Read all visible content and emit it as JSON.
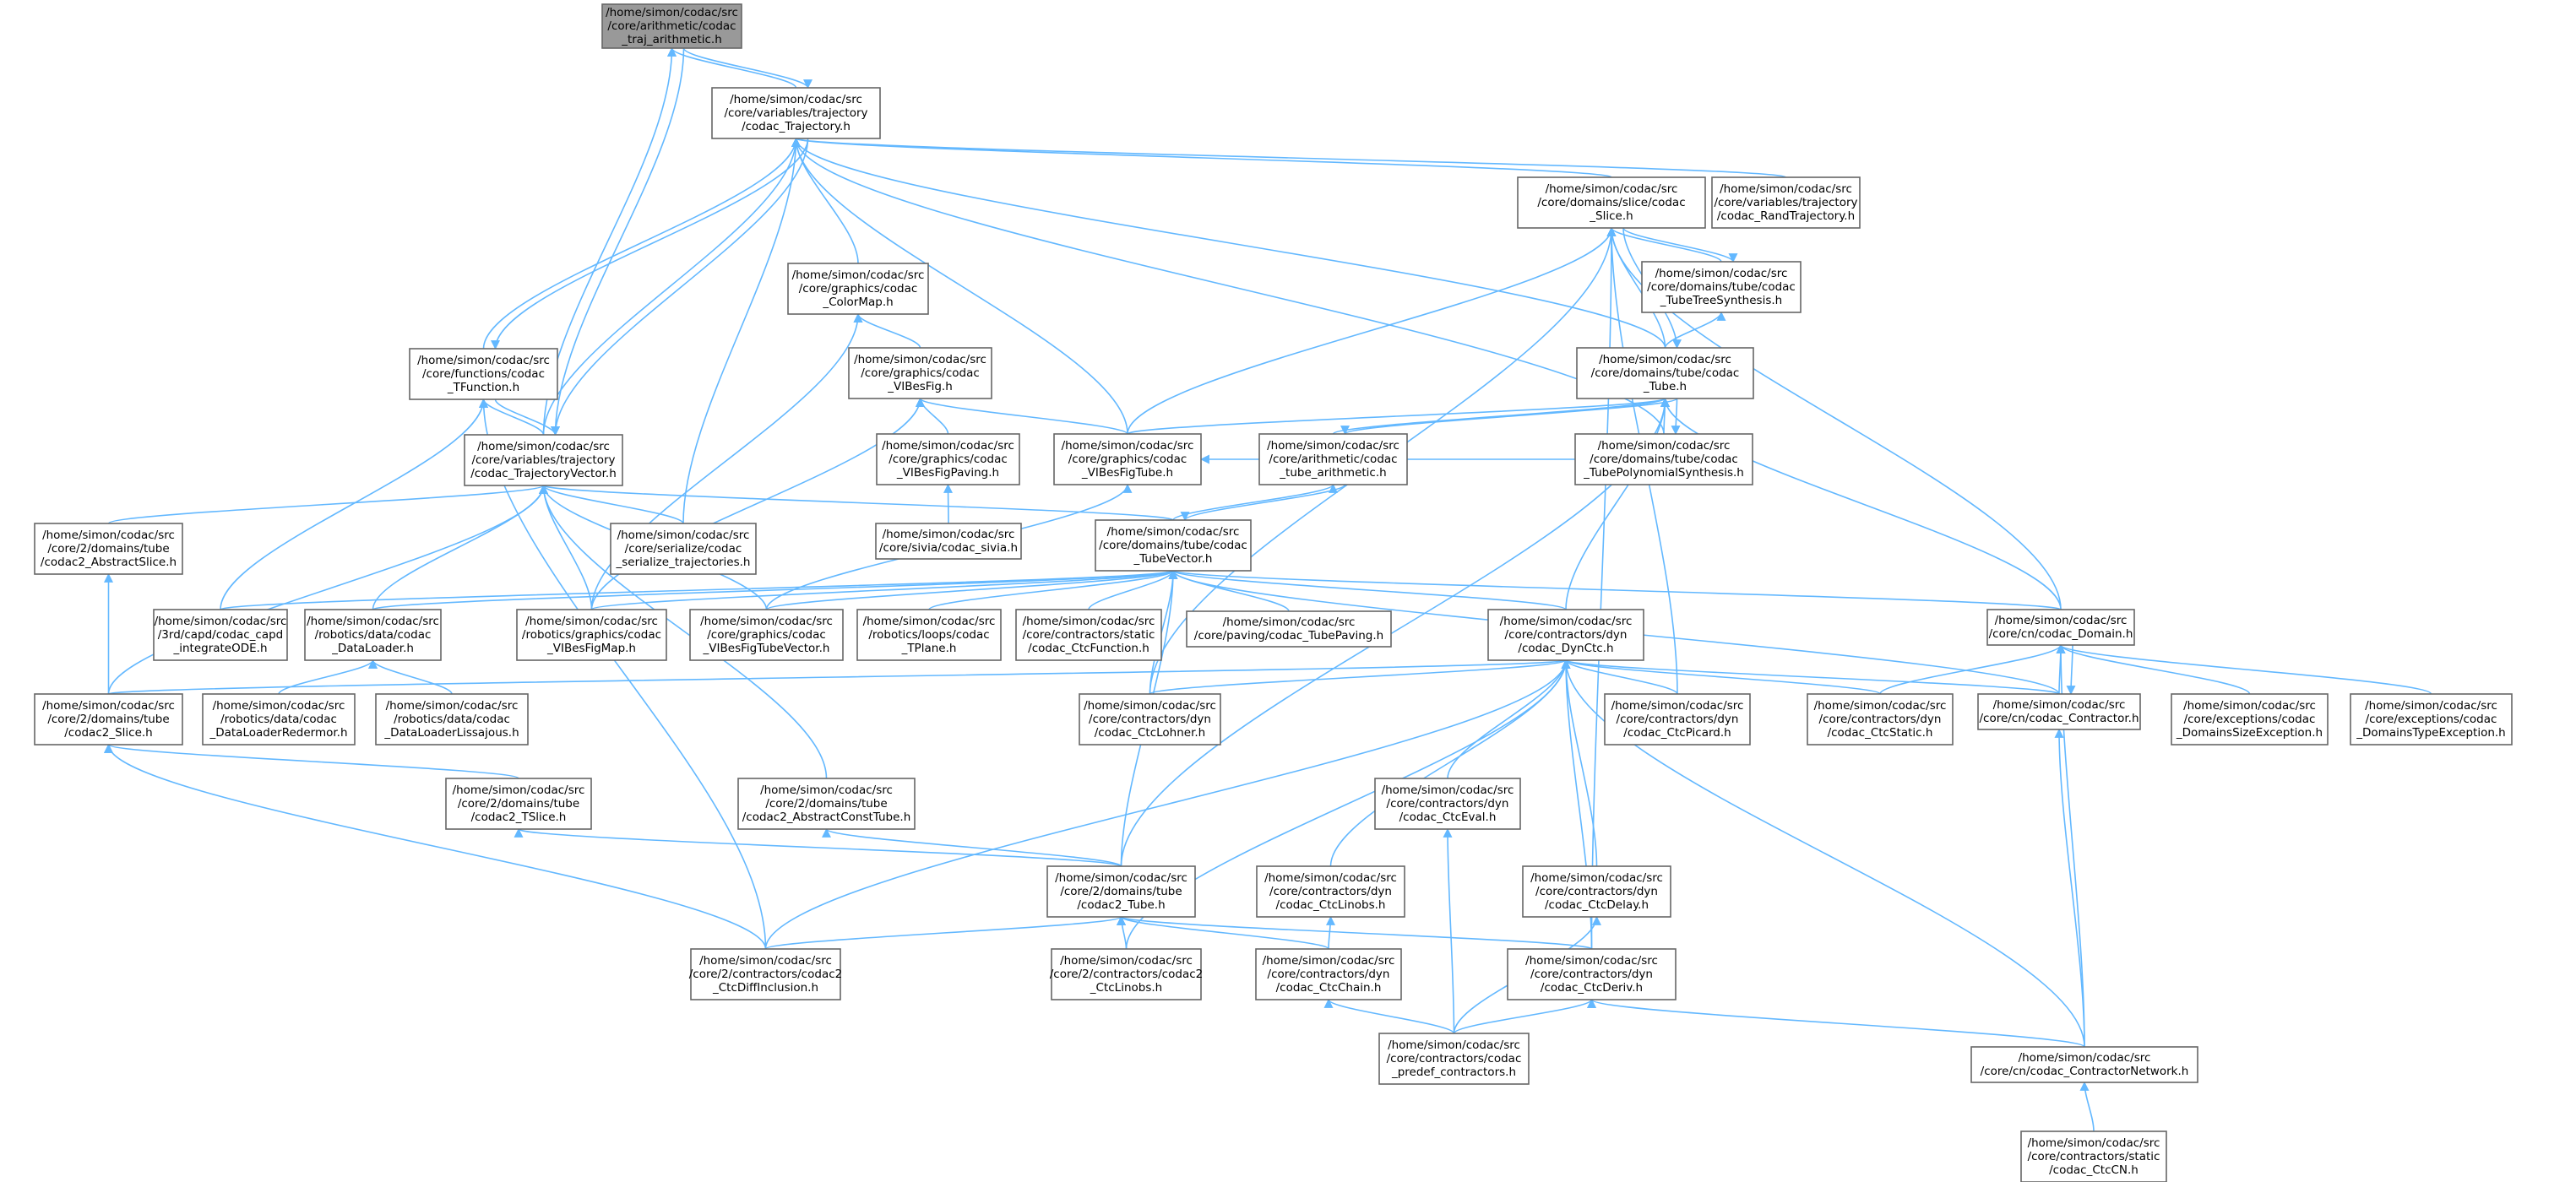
{
  "graph": {
    "edge_color": "#63b8ff",
    "node_border_color": "#666666",
    "root_fill_color": "#999999",
    "node_fill_color": "#ffffff",
    "nodes": [
      {
        "id": "n0",
        "lines": [
          "/home/simon/codac/src",
          "/core/arithmetic/codac",
          "_traj_arithmetic.h"
        ],
        "root": true
      },
      {
        "id": "n1",
        "lines": [
          "/home/simon/codac/src",
          "/core/variables/trajectory",
          "/codac_Trajectory.h"
        ]
      },
      {
        "id": "n2",
        "lines": [
          "/home/simon/codac/src",
          "/core/functions/codac",
          "_TFunction.h"
        ]
      },
      {
        "id": "n3",
        "lines": [
          "/home/simon/codac/src",
          "/core/variables/trajectory",
          "/codac_TrajectoryVector.h"
        ]
      },
      {
        "id": "n4",
        "lines": [
          "/home/simon/codac/src",
          "/core/graphics/codac",
          "_ColorMap.h"
        ]
      },
      {
        "id": "n5",
        "lines": [
          "/home/simon/codac/src",
          "/core/graphics/codac",
          "_VIBesFig.h"
        ]
      },
      {
        "id": "n6",
        "lines": [
          "/home/simon/codac/src",
          "/core/graphics/codac",
          "_VIBesFigPaving.h"
        ]
      },
      {
        "id": "n7",
        "lines": [
          "/home/simon/codac/src",
          "/core/sivia/codac_sivia.h"
        ]
      },
      {
        "id": "n8",
        "lines": [
          "/home/simon/codac/src",
          "/core/graphics/codac",
          "_VIBesFigTube.h"
        ]
      },
      {
        "id": "n9",
        "lines": [
          "/home/simon/codac/src",
          "/core/domains/slice/codac",
          "_Slice.h"
        ]
      },
      {
        "id": "n10",
        "lines": [
          "/home/simon/codac/src",
          "/core/variables/trajectory",
          "/codac_RandTrajectory.h"
        ]
      },
      {
        "id": "n11",
        "lines": [
          "/home/simon/codac/src",
          "/core/domains/tube/codac",
          "_TubeTreeSynthesis.h"
        ]
      },
      {
        "id": "n12",
        "lines": [
          "/home/simon/codac/src",
          "/core/domains/tube/codac",
          "_Tube.h"
        ]
      },
      {
        "id": "n13",
        "lines": [
          "/home/simon/codac/src",
          "/core/arithmetic/codac",
          "_tube_arithmetic.h"
        ]
      },
      {
        "id": "n14",
        "lines": [
          "/home/simon/codac/src",
          "/core/domains/tube/codac",
          "_TubePolynomialSynthesis.h"
        ]
      },
      {
        "id": "n15",
        "lines": [
          "/home/simon/codac/src",
          "/core/domains/tube/codac",
          "_TubeVector.h"
        ]
      },
      {
        "id": "n16",
        "lines": [
          "/home/simon/codac/src",
          "/core/2/domains/tube",
          "/codac2_AbstractSlice.h"
        ]
      },
      {
        "id": "n17",
        "lines": [
          "/home/simon/codac/src",
          "/core/serialize/codac",
          "_serialize_trajectories.h"
        ]
      },
      {
        "id": "n18",
        "lines": [
          "/home/simon/codac/src",
          "/3rd/capd/codac_capd",
          "_integrateODE.h"
        ]
      },
      {
        "id": "n19",
        "lines": [
          "/home/simon/codac/src",
          "/robotics/data/codac",
          "_DataLoader.h"
        ]
      },
      {
        "id": "n20",
        "lines": [
          "/home/simon/codac/src",
          "/robotics/graphics/codac",
          "_VIBesFigMap.h"
        ]
      },
      {
        "id": "n21",
        "lines": [
          "/home/simon/codac/src",
          "/core/graphics/codac",
          "_VIBesFigTubeVector.h"
        ]
      },
      {
        "id": "n22",
        "lines": [
          "/home/simon/codac/src",
          "/robotics/loops/codac",
          "_TPlane.h"
        ]
      },
      {
        "id": "n23",
        "lines": [
          "/home/simon/codac/src",
          "/core/contractors/static",
          "/codac_CtcFunction.h"
        ]
      },
      {
        "id": "n24",
        "lines": [
          "/home/simon/codac/src",
          "/core/paving/codac_TubePaving.h"
        ]
      },
      {
        "id": "n25",
        "lines": [
          "/home/simon/codac/src",
          "/core/contractors/dyn",
          "/codac_DynCtc.h"
        ]
      },
      {
        "id": "n26",
        "lines": [
          "/home/simon/codac/src",
          "/core/cn/codac_Domain.h"
        ]
      },
      {
        "id": "n27",
        "lines": [
          "/home/simon/codac/src",
          "/core/2/domains/tube",
          "/codac2_Slice.h"
        ]
      },
      {
        "id": "n28",
        "lines": [
          "/home/simon/codac/src",
          "/robotics/data/codac",
          "_DataLoaderRedermor.h"
        ]
      },
      {
        "id": "n29",
        "lines": [
          "/home/simon/codac/src",
          "/robotics/data/codac",
          "_DataLoaderLissajous.h"
        ]
      },
      {
        "id": "n30",
        "lines": [
          "/home/simon/codac/src",
          "/core/contractors/dyn",
          "/codac_CtcLohner.h"
        ]
      },
      {
        "id": "n31",
        "lines": [
          "/home/simon/codac/src",
          "/core/contractors/dyn",
          "/codac_CtcPicard.h"
        ]
      },
      {
        "id": "n32",
        "lines": [
          "/home/simon/codac/src",
          "/core/contractors/dyn",
          "/codac_CtcStatic.h"
        ]
      },
      {
        "id": "n33",
        "lines": [
          "/home/simon/codac/src",
          "/core/cn/codac_Contractor.h"
        ]
      },
      {
        "id": "n34",
        "lines": [
          "/home/simon/codac/src",
          "/core/exceptions/codac",
          "_DomainsSizeException.h"
        ]
      },
      {
        "id": "n35",
        "lines": [
          "/home/simon/codac/src",
          "/core/exceptions/codac",
          "_DomainsTypeException.h"
        ]
      },
      {
        "id": "n36",
        "lines": [
          "/home/simon/codac/src",
          "/core/2/domains/tube",
          "/codac2_TSlice.h"
        ]
      },
      {
        "id": "n37",
        "lines": [
          "/home/simon/codac/src",
          "/core/2/domains/tube",
          "/codac2_AbstractConstTube.h"
        ]
      },
      {
        "id": "n38",
        "lines": [
          "/home/simon/codac/src",
          "/core/contractors/dyn",
          "/codac_CtcEval.h"
        ]
      },
      {
        "id": "n39",
        "lines": [
          "/home/simon/codac/src",
          "/core/2/domains/tube",
          "/codac2_Tube.h"
        ]
      },
      {
        "id": "n40",
        "lines": [
          "/home/simon/codac/src",
          "/core/contractors/dyn",
          "/codac_CtcLinobs.h"
        ]
      },
      {
        "id": "n41",
        "lines": [
          "/home/simon/codac/src",
          "/core/contractors/dyn",
          "/codac_CtcDelay.h"
        ]
      },
      {
        "id": "n42",
        "lines": [
          "/home/simon/codac/src",
          "/core/2/contractors/codac2",
          "_CtcDiffInclusion.h"
        ]
      },
      {
        "id": "n43",
        "lines": [
          "/home/simon/codac/src",
          "/core/2/contractors/codac2",
          "_CtcLinobs.h"
        ]
      },
      {
        "id": "n44",
        "lines": [
          "/home/simon/codac/src",
          "/core/contractors/dyn",
          "/codac_CtcChain.h"
        ]
      },
      {
        "id": "n45",
        "lines": [
          "/home/simon/codac/src",
          "/core/contractors/dyn",
          "/codac_CtcDeriv.h"
        ]
      },
      {
        "id": "n46",
        "lines": [
          "/home/simon/codac/src",
          "/core/contractors/codac",
          "_predef_contractors.h"
        ]
      },
      {
        "id": "n47",
        "lines": [
          "/home/simon/codac/src",
          "/core/cn/codac_ContractorNetwork.h"
        ]
      },
      {
        "id": "n48",
        "lines": [
          "/home/simon/codac/src",
          "/core/contractors/static",
          "/codac_CtcCN.h"
        ]
      }
    ],
    "edges": [
      [
        "n1",
        "n0"
      ],
      [
        "n3",
        "n0"
      ],
      [
        "n0",
        "n1"
      ],
      [
        "n0",
        "n3"
      ],
      [
        "n2",
        "n1"
      ],
      [
        "n3",
        "n1"
      ],
      [
        "n4",
        "n1"
      ],
      [
        "n8",
        "n1"
      ],
      [
        "n9",
        "n1"
      ],
      [
        "n10",
        "n1"
      ],
      [
        "n12",
        "n1"
      ],
      [
        "n14",
        "n1"
      ],
      [
        "n17",
        "n1"
      ],
      [
        "n1",
        "n2"
      ],
      [
        "n1",
        "n3"
      ],
      [
        "n3",
        "n2"
      ],
      [
        "n2",
        "n3"
      ],
      [
        "n18",
        "n2"
      ],
      [
        "n42",
        "n2"
      ],
      [
        "n15",
        "n3"
      ],
      [
        "n16",
        "n3"
      ],
      [
        "n17",
        "n3"
      ],
      [
        "n19",
        "n3"
      ],
      [
        "n20",
        "n3"
      ],
      [
        "n21",
        "n3"
      ],
      [
        "n27",
        "n3"
      ],
      [
        "n37",
        "n3"
      ],
      [
        "n5",
        "n4"
      ],
      [
        "n20",
        "n4"
      ],
      [
        "n6",
        "n5"
      ],
      [
        "n8",
        "n5"
      ],
      [
        "n20",
        "n5"
      ],
      [
        "n7",
        "n6"
      ],
      [
        "n14",
        "n8"
      ],
      [
        "n21",
        "n8"
      ],
      [
        "n8",
        "n9"
      ],
      [
        "n11",
        "n9"
      ],
      [
        "n12",
        "n9"
      ],
      [
        "n26",
        "n9"
      ],
      [
        "n30",
        "n9"
      ],
      [
        "n31",
        "n9"
      ],
      [
        "n45",
        "n9"
      ],
      [
        "n9",
        "n11"
      ],
      [
        "n9",
        "n12"
      ],
      [
        "n12",
        "n11"
      ],
      [
        "n8",
        "n12"
      ],
      [
        "n13",
        "n12"
      ],
      [
        "n14",
        "n12"
      ],
      [
        "n25",
        "n12"
      ],
      [
        "n26",
        "n12"
      ],
      [
        "n39",
        "n12"
      ],
      [
        "n12",
        "n13"
      ],
      [
        "n12",
        "n14"
      ],
      [
        "n15",
        "n13"
      ],
      [
        "n13",
        "n15"
      ],
      [
        "n18",
        "n15"
      ],
      [
        "n19",
        "n15"
      ],
      [
        "n20",
        "n15"
      ],
      [
        "n21",
        "n15"
      ],
      [
        "n22",
        "n15"
      ],
      [
        "n23",
        "n15"
      ],
      [
        "n24",
        "n15"
      ],
      [
        "n25",
        "n15"
      ],
      [
        "n26",
        "n15"
      ],
      [
        "n30",
        "n15"
      ],
      [
        "n33",
        "n15"
      ],
      [
        "n39",
        "n15"
      ],
      [
        "n28",
        "n19"
      ],
      [
        "n29",
        "n19"
      ],
      [
        "n27",
        "n16"
      ],
      [
        "n36",
        "n27"
      ],
      [
        "n42",
        "n27"
      ],
      [
        "n27",
        "n25"
      ],
      [
        "n30",
        "n25"
      ],
      [
        "n31",
        "n25"
      ],
      [
        "n32",
        "n25"
      ],
      [
        "n33",
        "n25"
      ],
      [
        "n38",
        "n25"
      ],
      [
        "n40",
        "n25"
      ],
      [
        "n41",
        "n25"
      ],
      [
        "n42",
        "n25"
      ],
      [
        "n43",
        "n25"
      ],
      [
        "n45",
        "n25"
      ],
      [
        "n47",
        "n25"
      ],
      [
        "n32",
        "n26"
      ],
      [
        "n33",
        "n26"
      ],
      [
        "n34",
        "n26"
      ],
      [
        "n35",
        "n26"
      ],
      [
        "n47",
        "n26"
      ],
      [
        "n26",
        "n33"
      ],
      [
        "n47",
        "n33"
      ],
      [
        "n39",
        "n36"
      ],
      [
        "n39",
        "n37"
      ],
      [
        "n46",
        "n38"
      ],
      [
        "n42",
        "n39"
      ],
      [
        "n43",
        "n39"
      ],
      [
        "n44",
        "n39"
      ],
      [
        "n45",
        "n39"
      ],
      [
        "n44",
        "n40"
      ],
      [
        "n46",
        "n41"
      ],
      [
        "n46",
        "n44"
      ],
      [
        "n46",
        "n45"
      ],
      [
        "n47",
        "n45"
      ],
      [
        "n48",
        "n47"
      ]
    ]
  }
}
